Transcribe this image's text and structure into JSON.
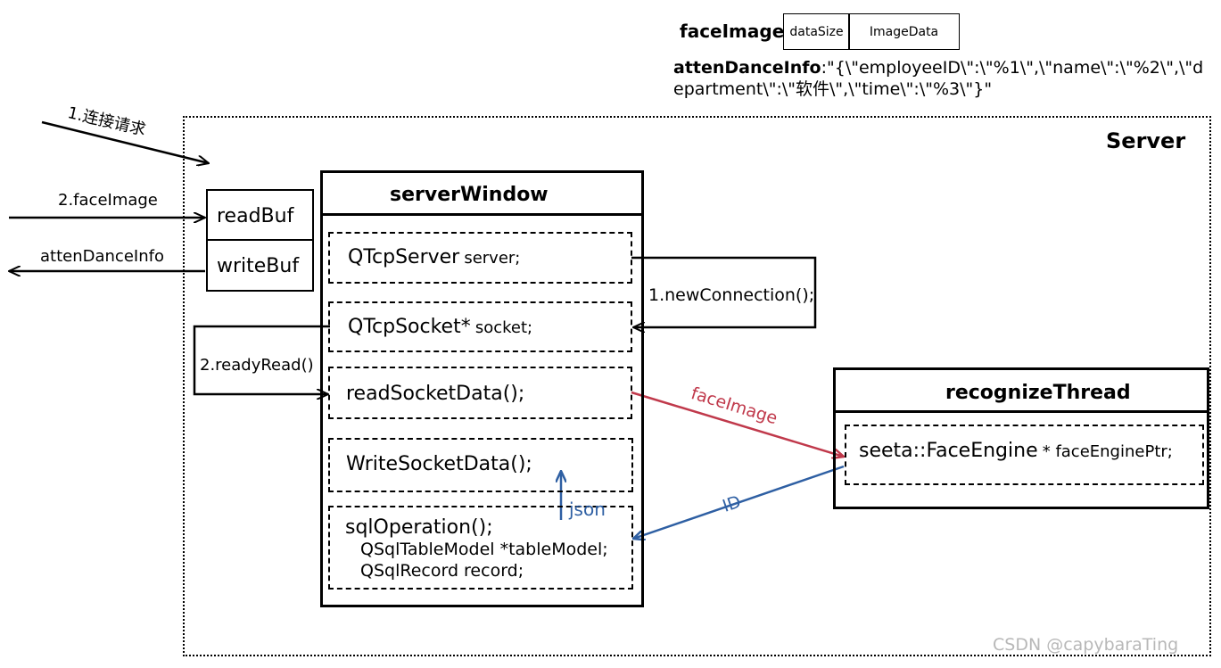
{
  "format": {
    "face_image_label": "faceImage",
    "cells": [
      "dataSize",
      "ImageData"
    ],
    "atten_label": "attenDanceInfo",
    "atten_value_line1": ":\"{\\\"employeeID\\\":\\\"%1\\\",\\\"name\\\":\\\"%2\\\",\\\"d",
    "atten_value_line2": "epartment\\\":\\\"软件\\\",\\\"time\\\":\\\"%3\\\"}\""
  },
  "server": {
    "title": "Server"
  },
  "client_arrows": {
    "connect": "1.连接请求",
    "face_image": "2.faceImage",
    "atten_info": "attenDanceInfo"
  },
  "buffers": {
    "read": "readBuf",
    "write": "writeBuf"
  },
  "server_window": {
    "title": "serverWindow",
    "tcp_server_type": "QTcpServer",
    "tcp_server_var": "server;",
    "tcp_socket_type": "QTcpSocket*",
    "tcp_socket_var": "socket;",
    "read_fn": "readSocketData();",
    "write_fn": "WriteSocketData();",
    "sql_fn": "sqlOperation();",
    "sql_model": "QSqlTableModel *tableModel;",
    "sql_record": "QSqlRecord record;"
  },
  "signals": {
    "new_connection": "1.newConnection();",
    "ready_read": "2.readyRead()",
    "face_image": "faceImage",
    "id": "ID",
    "json": "json"
  },
  "recognize_thread": {
    "title": "recognizeThread",
    "engine_type": "seeta::FaceEngine",
    "engine_var": "* faceEnginePtr;"
  },
  "watermark": "CSDN @capybaraTing",
  "colors": {
    "face_image_arrow": "#c0394b",
    "id_arrow": "#2e5fa3",
    "json_arrow": "#2e5fa3"
  }
}
